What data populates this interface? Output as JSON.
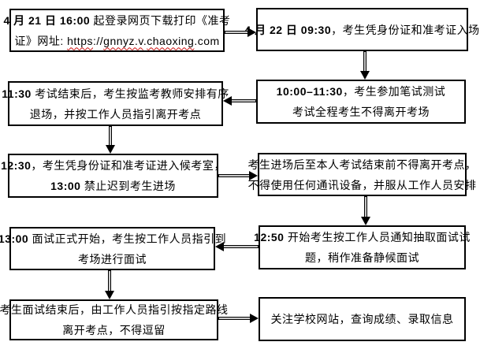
{
  "colors": {
    "box_border": "#000000",
    "arrow_shaft_fill": "#c9c9c9",
    "arrow_head": "#000000",
    "spellcheck_underline": "#cc1111"
  },
  "diagram": {
    "boxes": [
      {
        "id": "download-ticket",
        "lines": [
          [
            "4 月 21 日 16:00",
            " 起登录网页下载打印《准考"
          ],
          [
            "证》网址: ",
            "https",
            "://",
            "gnnyz.v",
            ".",
            "chaoxing",
            ".com"
          ]
        ]
      },
      {
        "id": "entry-0930",
        "lines": [
          [
            "4 月 22 日 09:30",
            "，考生凭身份证和准考证入场"
          ]
        ]
      },
      {
        "id": "written-test",
        "lines": [
          [
            "10:00–11:30",
            "，考生参加笔试测试"
          ],
          [
            "考试全程考生不得离开考场"
          ]
        ]
      },
      {
        "id": "exit-1130",
        "lines": [
          [
            "11:30",
            " 考试结束后，考生按监考教师安排有序"
          ],
          [
            "退场，并按工作人员指引离开考点"
          ]
        ]
      },
      {
        "id": "waiting-room-1230",
        "lines": [
          [
            "12:30",
            "，考生凭身份证和准考证进入候考室，"
          ],
          [
            "13:00",
            " 禁止迟到考生进场"
          ]
        ]
      },
      {
        "id": "entry-rules",
        "lines": [
          [
            "考生进场后至本人考试结束前不得离开考点，"
          ],
          [
            "不得使用任何通讯设备，并服从工作人员安排"
          ]
        ]
      },
      {
        "id": "draw-questions-1250",
        "lines": [
          [
            "12:50",
            " 开始考生按工作人员通知抽取面试试"
          ],
          [
            "题，稍作准备静候面试"
          ]
        ]
      },
      {
        "id": "interview-1300",
        "lines": [
          [
            "13:00",
            " 面试正式开始，考生按工作人员指引到"
          ],
          [
            "考场进行面试"
          ]
        ]
      },
      {
        "id": "leave-site",
        "lines": [
          [
            "考生面试结束后，由工作人员指引按指定路线"
          ],
          [
            "离开考点，不得逗留"
          ]
        ]
      },
      {
        "id": "check-results",
        "lines": [
          [
            "关注学校网站，查询成绩、录取信息"
          ]
        ]
      }
    ]
  }
}
